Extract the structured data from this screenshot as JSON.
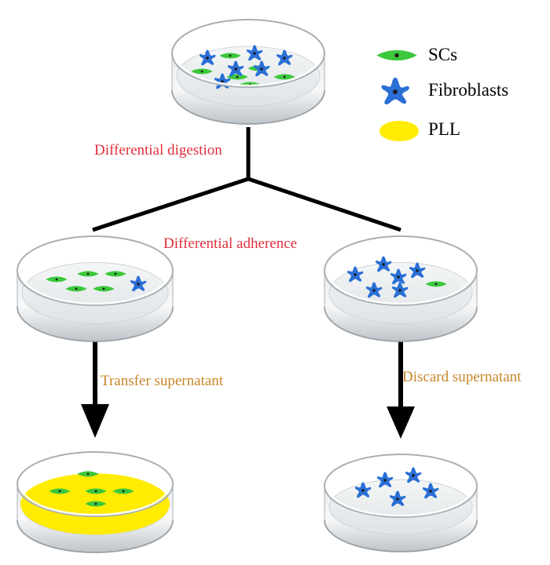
{
  "labels": {
    "differential_digestion": "Differential digestion",
    "differential_adherence": "Differential adherence",
    "transfer_supernatant": "Transfer supernatant",
    "discard_supernatant": "Discard supernatant"
  },
  "legend": [
    {
      "label": "SCs",
      "icon": "sc-cell-icon"
    },
    {
      "label": "Fibroblasts",
      "icon": "fibroblast-cell-icon"
    },
    {
      "label": "PLL",
      "icon": "pll-coating-icon"
    }
  ],
  "colors": {
    "sc_cell": "#3cc83c",
    "fibroblast": "#2a6fd6",
    "pll": "#ffec00",
    "red_label": "#e0303c",
    "orange_label": "#c8862a",
    "lines": "#000000"
  },
  "dishes": [
    {
      "name": "mixed-culture-dish",
      "pll": false
    },
    {
      "name": "sc-enriched-dish",
      "pll": false
    },
    {
      "name": "fibroblast-enriched-dish",
      "pll": false
    },
    {
      "name": "sc-pll-dish",
      "pll": true
    },
    {
      "name": "fibroblast-final-dish",
      "pll": false
    }
  ]
}
